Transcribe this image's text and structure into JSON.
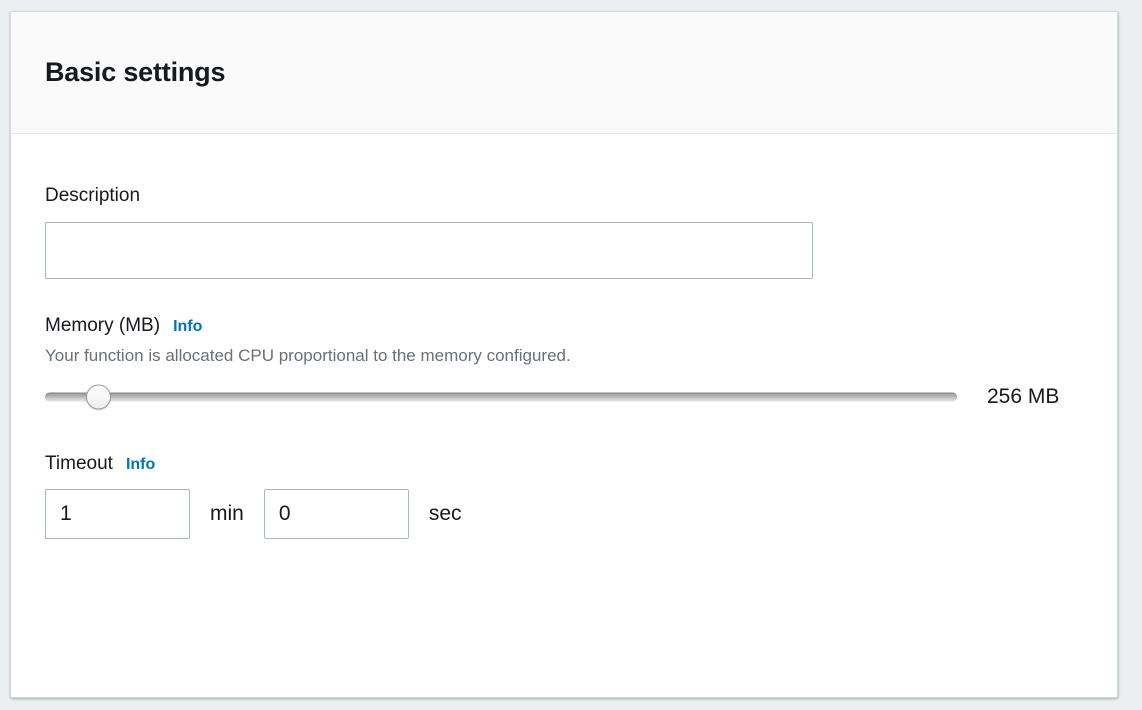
{
  "panel": {
    "title": "Basic settings"
  },
  "description": {
    "label": "Description",
    "value": "",
    "placeholder": ""
  },
  "memory": {
    "label": "Memory (MB)",
    "info_label": "Info",
    "hint": "Your function is allocated CPU proportional to the memory configured.",
    "value_label": "256 MB",
    "value": 256,
    "slider_percent": 5.8
  },
  "timeout": {
    "label": "Timeout",
    "info_label": "Info",
    "minutes_value": "1",
    "minutes_unit": "min",
    "seconds_value": "0",
    "seconds_unit": "sec"
  },
  "colors": {
    "accent_link": "#0073bb",
    "text_primary": "#16191f",
    "text_secondary": "#687078",
    "input_border": "#aab7b8",
    "panel_border": "#d5dbdb",
    "header_bg": "#fafafa",
    "page_bg": "#eceff0"
  }
}
